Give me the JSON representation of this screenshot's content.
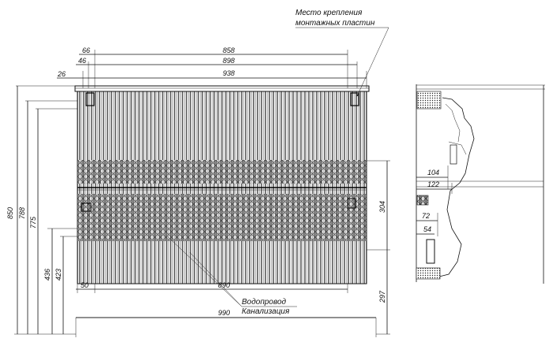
{
  "annotations": {
    "mounting_plates_line1": "Место крепления",
    "mounting_plates_line2": "монтажных пластин",
    "water_supply": "Водопровод",
    "sewage": "Канализация"
  },
  "front_dimensions": {
    "top": [
      "66",
      "858",
      "46",
      "898",
      "26",
      "938"
    ],
    "left": [
      "850",
      "788",
      "775",
      "436",
      "423"
    ],
    "right": [
      "304",
      "297"
    ],
    "bottom_inner_offset": "50",
    "bottom_inner_width": "890",
    "bottom_overall_width": "990"
  },
  "side_dimensions": [
    "104",
    "122",
    "72",
    "54"
  ]
}
